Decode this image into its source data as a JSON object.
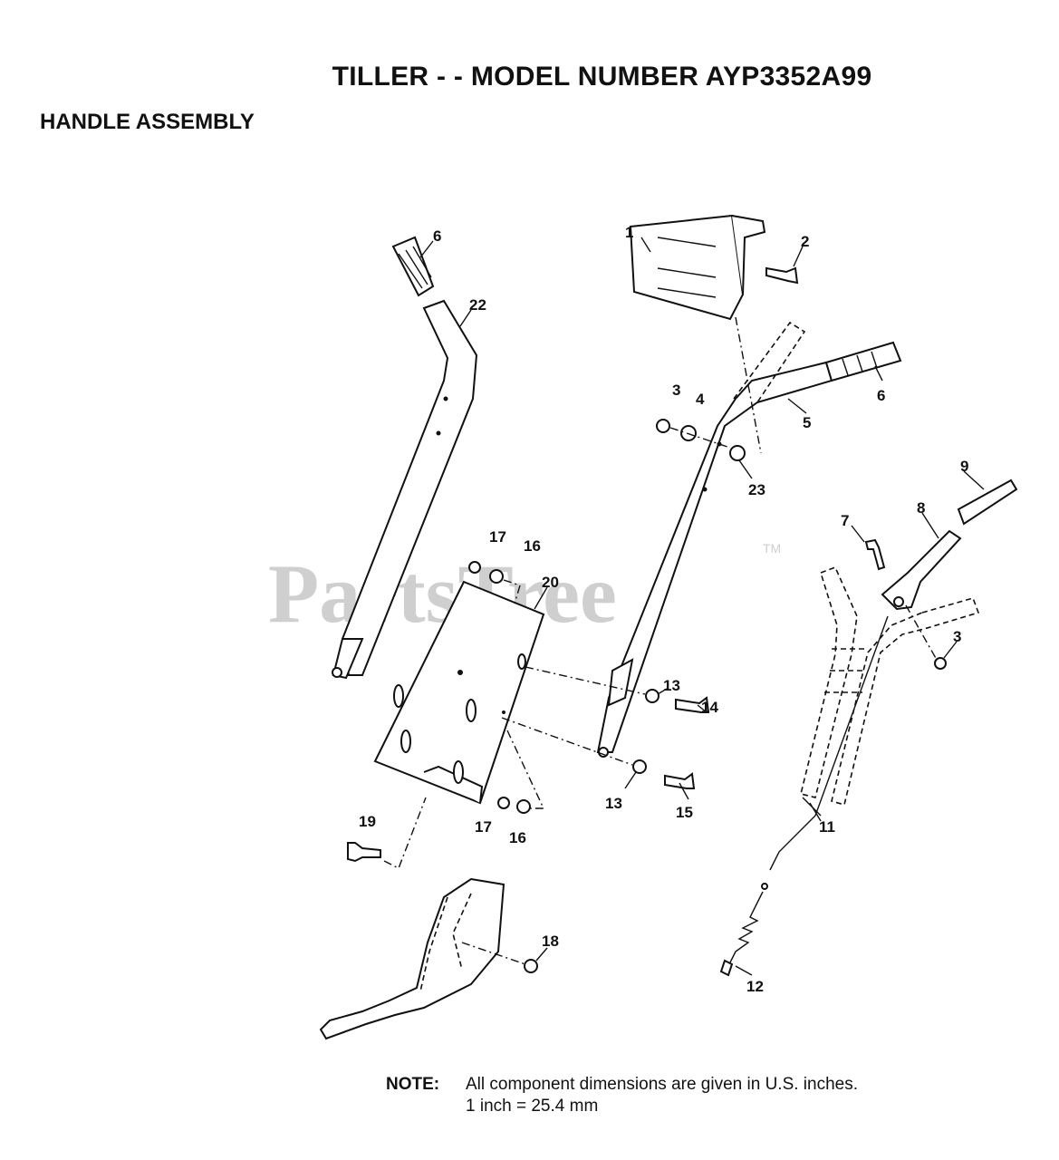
{
  "header": {
    "title": "TILLER - - MODEL NUMBER AYP3352A99",
    "section": "HANDLE ASSEMBLY"
  },
  "watermark": {
    "text": "PartsTree",
    "tm": "TM"
  },
  "callouts": [
    "1",
    "2",
    "3",
    "4",
    "5",
    "6",
    "6",
    "22",
    "3",
    "23",
    "9",
    "8",
    "7",
    "3",
    "17",
    "16",
    "20",
    "13",
    "14",
    "13",
    "15",
    "17",
    "16",
    "11",
    "19",
    "18",
    "12"
  ],
  "note": {
    "label": "NOTE:",
    "line1": "All component dimensions are given in U.S. inches.",
    "line2": "1 inch = 25.4 mm"
  },
  "colors": {
    "ink": "#111111",
    "watermark": "#cfcfcf",
    "background": "#ffffff"
  }
}
